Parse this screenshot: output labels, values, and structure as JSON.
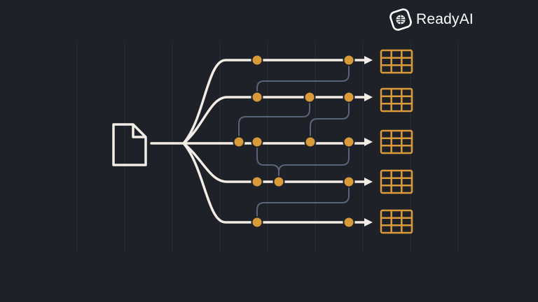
{
  "brand": {
    "name": "ReadyAI",
    "logo_icon": "readyai-globe-logo-icon"
  },
  "colors": {
    "background": "#1f2129",
    "grid_line": "#2a2d36",
    "main_line": "#f2ede6",
    "connector_line": "#5a6478",
    "node": "#d99a3a",
    "table": "#d99a3a"
  },
  "diagram": {
    "source_icon": "document-icon",
    "output_icon": "table-grid-icon",
    "branch_count": 5,
    "nodes_per_branch": [
      2,
      3,
      4,
      3,
      2
    ],
    "outputs": 5
  }
}
